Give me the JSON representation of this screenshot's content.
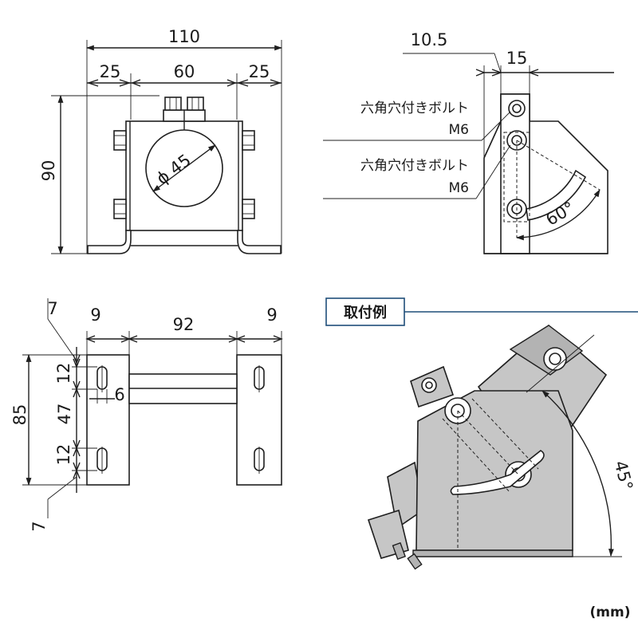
{
  "front_view": {
    "dim_total_width": "110",
    "dim_left": "25",
    "dim_center": "60",
    "dim_right": "25",
    "dim_height": "90",
    "dim_pipe_dia": "ϕ 45"
  },
  "side_view": {
    "dim_offset": "10.5",
    "dim_plate": "15",
    "bolt_label_1": "六角穴付きボルト",
    "bolt_size_1": "M6",
    "bolt_label_2": "六角穴付きボルト",
    "bolt_size_2": "M6",
    "angle_label": "60°"
  },
  "top_view": {
    "dim_edge_top": "7",
    "dim_edge_bottom": "7",
    "dim_left_plate": "9",
    "dim_span": "92",
    "dim_right_plate": "9",
    "dim_height": "85",
    "dim_slot_top": "12",
    "dim_slot_width": "6",
    "dim_slot_gap": "47",
    "dim_slot_bottom": "12"
  },
  "example": {
    "title": "取付例",
    "angle_label": "45°"
  },
  "unit_label": "(mm)",
  "colors": {
    "line": "#1f1f1f",
    "part_fill": "#c6c6c6",
    "accent_line": "#1f4e79"
  }
}
